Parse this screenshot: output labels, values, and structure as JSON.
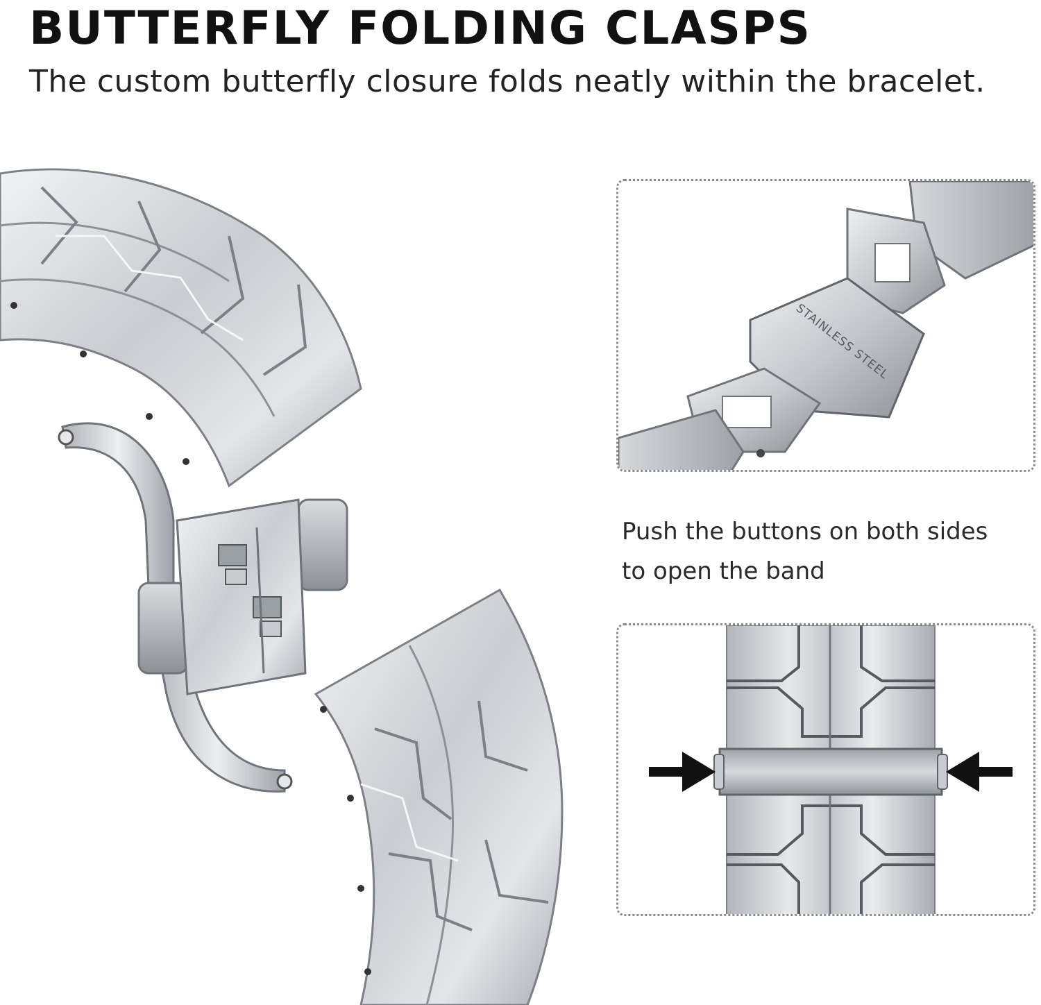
{
  "header": {
    "title": "BUTTERFLY FOLDING CLASPS",
    "subtitle": "The custom butterfly closure folds neatly within the bracelet."
  },
  "clasp_engraving": "STAINLESS STEEL",
  "instructions": {
    "line1": "Push the buttons on both sides",
    "line2": "to open the band"
  },
  "colors": {
    "steel_light": "#e8e9eb",
    "steel_mid": "#b9bcc0",
    "steel_dark": "#7c8086",
    "arrow": "#111111",
    "panel_border": "#8a8a8a"
  },
  "icons": [
    "press-arrow-left-icon",
    "press-arrow-right-icon"
  ]
}
